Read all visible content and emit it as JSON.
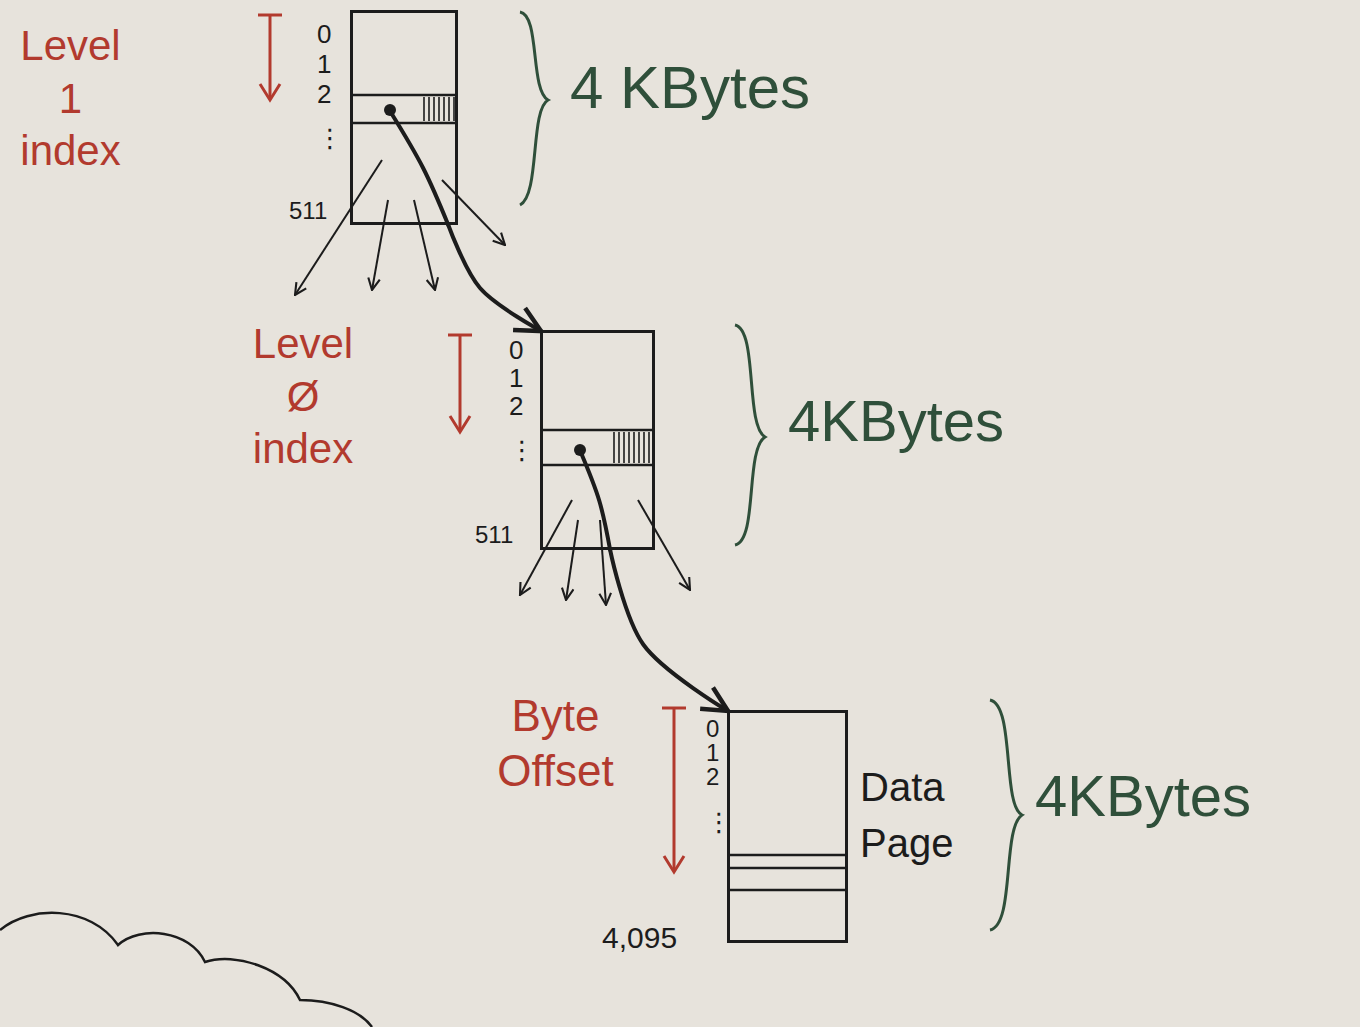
{
  "diagram": {
    "nodes": [
      {
        "text": [
          "0",
          "1",
          "2",
          "⋮",
          "511"
        ]
      },
      {
        "text": [
          "0",
          "1",
          "2",
          "⋮",
          "511"
        ]
      },
      {
        "text": [
          "0",
          "1",
          "2",
          "⋮",
          "4,095",
          "Data Page"
        ]
      }
    ],
    "edges": [
      {
        "from": 0,
        "to": 1,
        "arrow": "to"
      },
      {
        "from": 1,
        "to": 2,
        "arrow": "to"
      }
    ],
    "labels": [
      "Level 1 index",
      "4 KBytes",
      "Level Ø index",
      "4KBytes",
      "Byte Offset",
      "4KBytes"
    ]
  }
}
